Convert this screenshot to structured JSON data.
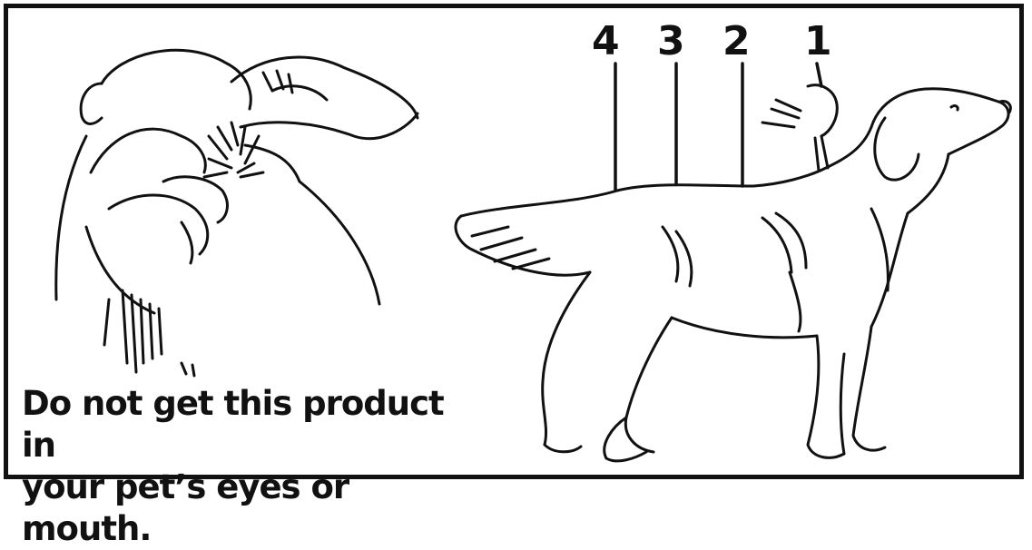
{
  "caption": {
    "line1": "Do not get this product in",
    "line2": "your pet’s eyes or mouth."
  },
  "application_sites": [
    "4",
    "3",
    "2",
    "1"
  ],
  "colors": {
    "ink": "#111111",
    "paper": "#ffffff"
  },
  "illustrations": [
    "hands-parting-fur-illustration",
    "dog-standing-illustration"
  ]
}
